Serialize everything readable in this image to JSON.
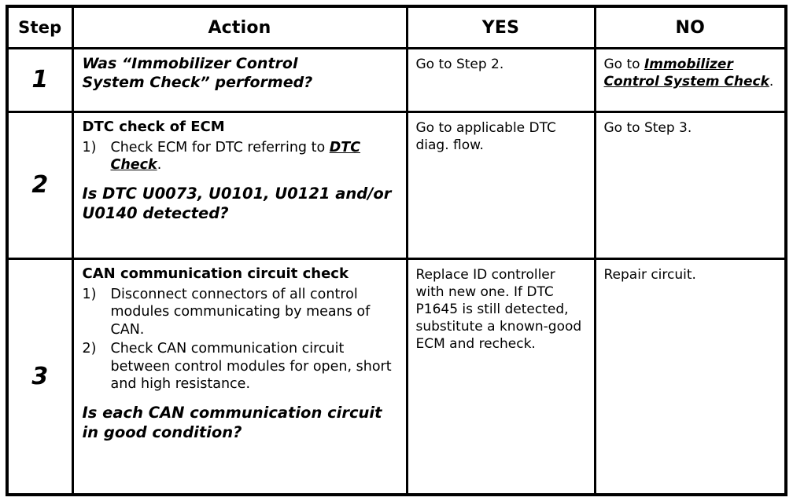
{
  "table": {
    "headers": {
      "step": "Step",
      "action": "Action",
      "yes": "YES",
      "no": "NO"
    },
    "rows": [
      {
        "step": "1",
        "action": {
          "question_prefix": "Was “Immobilizer Control",
          "question_line2": "System Check” performed?"
        },
        "yes": "Go to Step 2.",
        "no": {
          "lead": "Go to ",
          "ref": "Immobilizer Control System Check",
          "tail": "."
        }
      },
      {
        "step": "2",
        "action": {
          "heading": "DTC check of ECM",
          "items": [
            {
              "num": "1)",
              "text_before": "Check ECM for DTC referring to ",
              "ref": "DTC Check",
              "text_after": "."
            }
          ],
          "question": "Is DTC U0073, U0101, U0121 and/or U0140 detected?"
        },
        "yes": "Go to applicable DTC diag. flow.",
        "no": {
          "lead": "Go to Step 3.",
          "ref": "",
          "tail": ""
        }
      },
      {
        "step": "3",
        "action": {
          "heading": "CAN communication circuit check",
          "items": [
            {
              "num": "1)",
              "text_before": "Disconnect connectors of all control modules communicating by means of CAN.",
              "ref": "",
              "text_after": ""
            },
            {
              "num": "2)",
              "text_before": "Check CAN communication circuit between control modules for open, short and high resistance.",
              "ref": "",
              "text_after": ""
            }
          ],
          "question": "Is each CAN communication circuit in good condition?"
        },
        "yes": "Replace ID controller with new one. If DTC P1645 is still detected, substitute a known-good ECM and recheck.",
        "no": {
          "lead": "Repair circuit.",
          "ref": "",
          "tail": ""
        }
      }
    ]
  },
  "colors": {
    "ink": "#000000",
    "paper": "#ffffff"
  }
}
